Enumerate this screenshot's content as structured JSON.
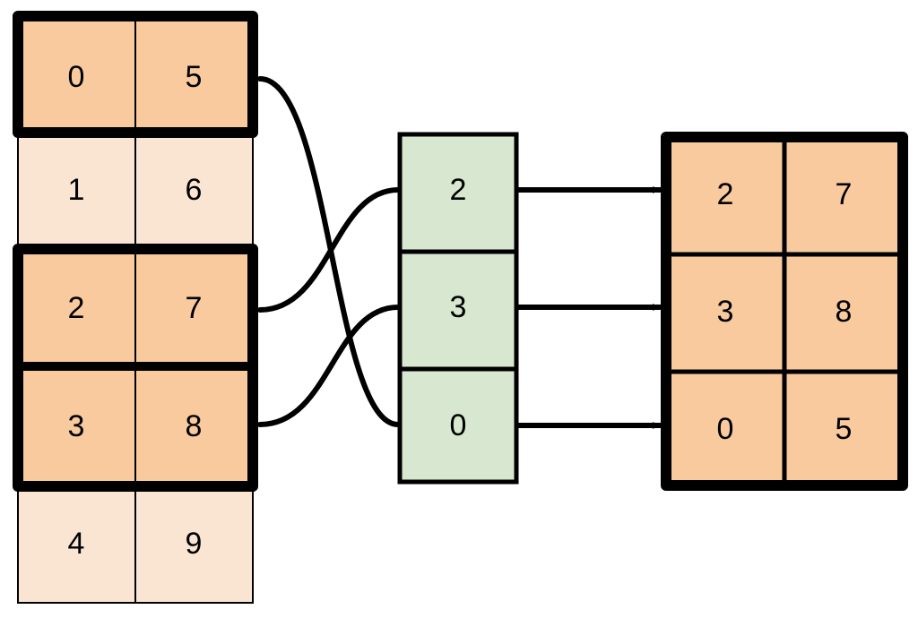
{
  "diagram": {
    "title": "gather-rows-by-index",
    "colors": {
      "highlight_fill": "#f8ca9d",
      "dim_fill": "#fae5d3",
      "index_fill": "#d8e8d0",
      "stroke": "#000000",
      "background": "#ffffff"
    },
    "source_table": {
      "name": "source-table",
      "columns": 2,
      "rows": [
        {
          "values": [
            "0",
            "5"
          ],
          "highlighted": true,
          "selected": true
        },
        {
          "values": [
            "1",
            "6"
          ],
          "highlighted": false,
          "selected": false
        },
        {
          "values": [
            "2",
            "7"
          ],
          "highlighted": true,
          "selected": true
        },
        {
          "values": [
            "3",
            "8"
          ],
          "highlighted": true,
          "selected": true
        },
        {
          "values": [
            "4",
            "9"
          ],
          "highlighted": false,
          "selected": false
        }
      ]
    },
    "index_column": {
      "name": "index-column",
      "values": [
        "2",
        "3",
        "0"
      ]
    },
    "result_table": {
      "name": "result-table",
      "columns": 2,
      "rows": [
        {
          "values": [
            "2",
            "7"
          ]
        },
        {
          "values": [
            "3",
            "8"
          ]
        },
        {
          "values": [
            "0",
            "5"
          ]
        }
      ]
    },
    "connections": [
      {
        "from_row": 0,
        "to_index": 2
      },
      {
        "from_row": 2,
        "to_index": 0
      },
      {
        "from_row": 3,
        "to_index": 1
      }
    ],
    "arrows": [
      {
        "from_index": 0,
        "to_row": 0
      },
      {
        "from_index": 1,
        "to_row": 1
      },
      {
        "from_index": 2,
        "to_row": 2
      }
    ]
  }
}
